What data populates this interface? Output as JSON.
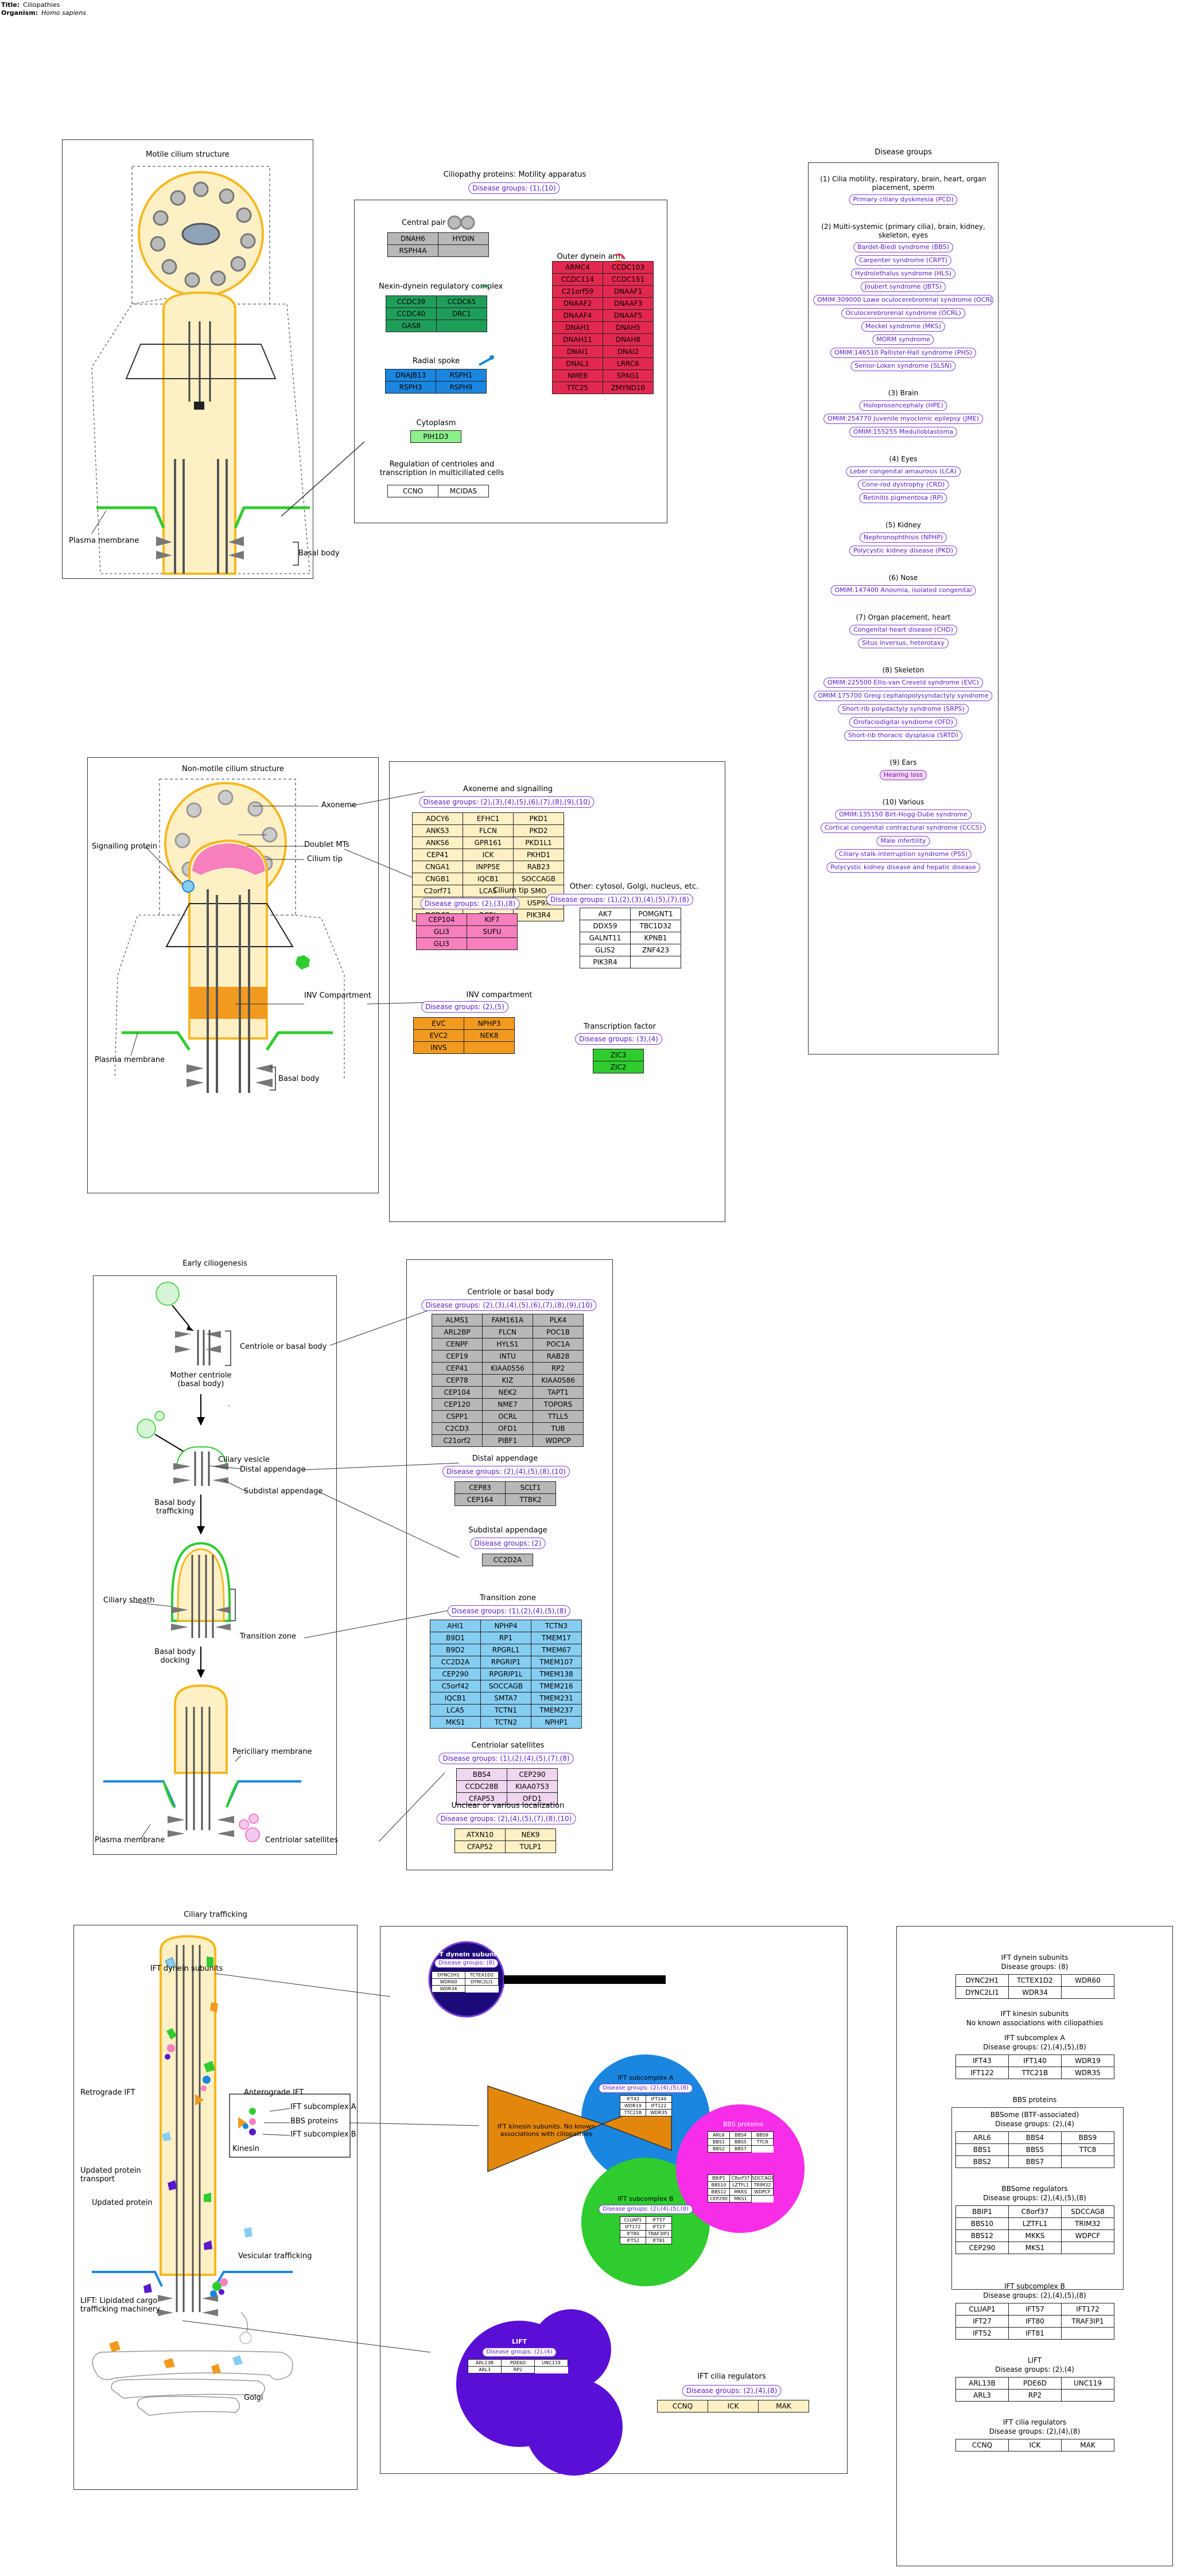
{
  "header": {
    "title_label": "Title:",
    "title_value": "Ciliopathies",
    "organism_label": "Organism:",
    "organism_value": "Homo sapiens"
  },
  "motile": {
    "panel_title": "Motile cilium structure",
    "plasma_membrane": "Plasma membrane",
    "basal_body": "Basal body",
    "detail_title": "Ciliopathy proteins: Motility apparatus",
    "detail_groups": "Disease groups: (1),(10)",
    "central_pair": "Central pair",
    "central_pair_genes": [
      "DNAH6",
      "HYDIN",
      "RSPH4A",
      ""
    ],
    "ndrc": "Nexin-dynein regulatory complex",
    "ndrc_genes": [
      "CCDC39",
      "CCDC65",
      "CCDC40",
      "DRC1",
      "GAS8",
      ""
    ],
    "radial": "Radial spoke",
    "radial_genes": [
      "DNAJB13",
      "RSPH1",
      "RSPH3",
      "RSPH9"
    ],
    "cytoplasm": "Cytoplasm",
    "cytoplasm_genes": [
      "PIH1D3"
    ],
    "reg": "Regulation of centrioles and transcription in multiciliated cells",
    "reg_genes": [
      "CCNO",
      "MCIDAS"
    ],
    "outer_inner": "Outer dynein arm, inner dynein arm",
    "dynein_genes": [
      "ARMC4",
      "CCDC103",
      "CCDC114",
      "CCDC151",
      "C21orf59",
      "DNAAF1",
      "DNAAF2",
      "DNAAF3",
      "DNAAF4",
      "DNAAF5",
      "DNAH1",
      "DNAH5",
      "DNAH11",
      "DNAH8",
      "DNAI1",
      "DNAI2",
      "DNAL1",
      "LRRC6",
      "NME8",
      "SPAG1",
      "TTC25",
      "ZMYND10"
    ]
  },
  "disease": {
    "title": "Disease groups",
    "items": [
      {
        "h": "(1) Cilia motility, respiratory, brain, heart, organ placement, sperm",
        "p": [
          "Primary ciliary dyskinesia (PCD)"
        ]
      },
      {
        "h": "(2) Multi-systemic (primary cilia), brain, kidney, skeleton, eyes",
        "p": [
          "Bardet-Biedl syndrome (BBS)",
          "Carpenter syndrome (CRPT)",
          "Hydrolethalus syndrome (HLS)",
          "Joubert syndrome (JBTS)",
          "OMIM:309000 Lowe oculocerebrorenal syndrome (OCRL)",
          "Oculocerebrorenal syndrome (OCRL)",
          "Meckel syndrome (MKS)",
          "MORM syndrome",
          "OMIM:146510 Pallister-Hall syndrome (PHS)",
          "Senior-Loken syndrome (SLSN)"
        ]
      },
      {
        "h": "(3) Brain",
        "p": [
          "Holoprosencephaly (HPE)",
          "OMIM:254770 Juvenile myoclonic epilepsy (JME)",
          "OMIM:155255 Medulloblastoma"
        ]
      },
      {
        "h": "(4) Eyes",
        "p": [
          "Leber congenital amaurosis (LCA)",
          "Cone-rod dystrophy (CRD)",
          "Retinitis pigmentosa (RP)"
        ]
      },
      {
        "h": "(5) Kidney",
        "p": [
          "Nephronophthisis (NPHP)",
          "Polycystic kidney disease (PKD)"
        ]
      },
      {
        "h": "(6) Nose",
        "p": [
          "OMIM:147400 Anosmia, isolated congenital"
        ]
      },
      {
        "h": "(7) Organ placement, heart",
        "p": [
          "Congenital heart disease (CHD)",
          "Situs inversus, heterotaxy"
        ]
      },
      {
        "h": "(8) Skeleton",
        "p": [
          "OMIM:225500 Ellis-van Creveld syndrome (EVC)",
          "OMIM:175700 Greig cephalopolysyndactyly syndrome",
          "Short-rib polydactyly syndrome (SRPS)",
          "Orofaciodigital syndrome (OFD)",
          "Short-rib thoracic dysplasia (SRTD)"
        ]
      },
      {
        "h": "(9) Ears",
        "p": [
          "Hearing loss"
        ]
      },
      {
        "h": "(10) Various",
        "p": [
          "OMIM:135150 Birt-Hogg-Dube syndrome",
          "Cortical congenital contractural syndrome (CCCS)",
          "Male infertility",
          "Ciliary-stalk-interruption syndrome (PSS)",
          "Polycystic kidney disease and hepatic disease"
        ]
      }
    ]
  },
  "nonmotile": {
    "panel_title": "Non-motile cilium structure",
    "axoneme": "Axoneme",
    "doublet": "Doublet MTs",
    "signalling": "Signalling protein",
    "cilium_tip": "Cilium tip",
    "inv": "INV Compartment",
    "plasma_membrane": "Plasma membrane",
    "basal_body": "Basal body",
    "ax_title": "Axoneme and signalling",
    "ax_groups": "Disease groups: (2),(3),(4),(5),(6),(7),(8),(9),(10)",
    "ax_genes": [
      "ADCY6",
      "EFHC1",
      "PKD1",
      "ANKS3",
      "FLCN",
      "PKD2",
      "ANKS6",
      "GPR161",
      "PKD1L1",
      "CEP41",
      "ICK",
      "PKHD1",
      "CNGA1",
      "INPP5E",
      "RAB23",
      "CNGB1",
      "IQCB1",
      "SOCCAGB",
      "C2orf71",
      "LCA5",
      "SMO",
      "C21orf2",
      "NEK1",
      "USP9X",
      "DCDC2",
      "OCRL",
      "PIK3R4"
    ],
    "tip_title": "Cilium tip",
    "tip_groups": "Disease groups: (2),(3),(8)",
    "tip_genes": [
      "CEP104",
      "KIF7",
      "GLI3",
      "SUFU",
      "GLI3",
      ""
    ],
    "inv_title": "INV compartment",
    "inv_groups": "Disease groups: (2),(5)",
    "inv_genes": [
      "EVC",
      "NPHP3",
      "EVC2",
      "NEK8",
      "INVS",
      ""
    ],
    "other_title": "Other: cytosol, Golgi, nucleus, etc.",
    "other_groups": "Disease groups: (1),(2),(3),(4),(5),(7),(8)",
    "other_genes": [
      "AK7",
      "POMGNT1",
      "DDX59",
      "TBC1D32",
      "GALNT11",
      "KPNB1",
      "GLIS2",
      "ZNF423",
      "PIK3R4",
      ""
    ],
    "tf_title": "Transcription factor",
    "tf_groups": "Disease groups: (3),(4)",
    "tf_genes": [
      "ZIC3",
      "ZIC2"
    ]
  },
  "cilio": {
    "panel_title": "Early ciliogenesis",
    "centriole": "Centriole or basal body",
    "mother": "Mother centriole (basal body)",
    "vesicle": "Ciliary vesicle",
    "distal": "Distal appendage",
    "subdistal": "Subdistal appendage",
    "traffic": "Basal body trafficking",
    "sheath": "Ciliary sheath",
    "tz": "Transition zone",
    "dock": "Basal body docking",
    "pericil": "Periciliary membrane",
    "plasma": "Plasma membrane",
    "satell": "Centriolar satellites",
    "cb_title": "Centriole or basal body",
    "cb_groups": "Disease groups: (2),(3),(4),(5),(6),(7),(8),(9),(10)",
    "cb_genes": [
      "ALMS1",
      "FAM161A",
      "PLK4",
      "ARL2BP",
      "FLCN",
      "POC1B",
      "CENPF",
      "HYLS1",
      "POC1A",
      "CEP19",
      "INTU",
      "RAB28",
      "CEP41",
      "KIAA0556",
      "RP2",
      "CEP78",
      "KIZ",
      "KIAA0586",
      "CEP104",
      "NEK2",
      "TAPT1",
      "CEP120",
      "NME7",
      "TOPORS",
      "CSPP1",
      "OCRL",
      "TTLL5",
      "C2CD3",
      "OFD1",
      "TUB",
      "C21orf2",
      "PIBF1",
      "WDPCP"
    ],
    "da_title": "Distal appendage",
    "da_groups": "Disease groups: (2),(4),(5),(8),(10)",
    "da_genes": [
      "CEP83",
      "SCLT1",
      "CEP164",
      "TTBK2"
    ],
    "sa_title": "Subdistal appendage",
    "sa_groups": "Disease groups: (2)",
    "sa_genes": [
      "CC2D2A"
    ],
    "tz_title": "Transition zone",
    "tz_groups": "Disease groups: (1),(2),(4),(5),(8)",
    "tz_genes": [
      "AHI1",
      "NPHP4",
      "TCTN3",
      "B9D1",
      "RP1",
      "TMEM17",
      "B9D2",
      "RPGRL1",
      "TMEM67",
      "CC2D2A",
      "RPGRIP1",
      "TMEM107",
      "CEP290",
      "RPGRIP1L",
      "TMEM138",
      "C5orf42",
      "SOCCAGB",
      "TMEM216",
      "IQCB1",
      "SMTA7",
      "TMEM231",
      "LCA5",
      "TCTN1",
      "TMEM237",
      "MKS1",
      "TCTN2",
      "NPHP1"
    ],
    "cs_title": "Centriolar satellites",
    "cs_groups": "Disease groups: (1),(2),(4),(5),(7),(8)",
    "cs_genes": [
      "BBS4",
      "CEP290",
      "CCDC28B",
      "KIAA0753",
      "CFAP53",
      "OFD1"
    ],
    "un_title": "Unclear or various localization",
    "un_groups": "Disease groups: (2),(4),(5),(7),(8),(10)",
    "un_genes": [
      "ATXN10",
      "NEK9",
      "CFAP52",
      "TULP1"
    ]
  },
  "traffic": {
    "panel_title": "Ciliary trafficking",
    "dynein": "IFT dynein subunits",
    "retro": "Retrograde IFT",
    "antero": "Anterograde IFT",
    "upd_transport": "Updated protein transport",
    "upd": "Updated protein",
    "ifta": "IFT subcomplex A",
    "bbs": "BBS proteins",
    "iftb": "IFT subcomplex B",
    "kinesin": "Kinesin",
    "lift": "LIFT: Lipidated cargo trafficking machinery",
    "vesicular": "Vesicular trafficking",
    "golgi": "Golgi",
    "dyn_small_title": "IFT dynein subunits",
    "dyn_small_groups": "Disease groups: (8)",
    "kin_label": "IFT kinesin subunits. No known associations with ciliopathies",
    "a_label": "IFT subcomplex A",
    "a_groups": "Disease groups: (2),(4),(5),(8)",
    "b_label": "IFT subcomplex B",
    "b_groups": "Disease groups: (2),(4),(5),(8)",
    "bbs_label": "BBS proteins",
    "lift_label": "LIFT",
    "lift_groups": "Disease groups: (2),(4)",
    "reg_title": "IFT cilia regulators",
    "reg_groups": "Disease groups: (2),(4),(8)",
    "reg_genes": [
      "CCNQ",
      "ICK",
      "MAK"
    ]
  },
  "legend": {
    "dyn_title": "IFT dynein subunits",
    "dyn_groups": "Disease groups: (8)",
    "dyn_genes": [
      "DYNC2H1",
      "TCTEX1D2",
      "WDR60",
      "DYNC2LI1",
      "WDR34",
      ""
    ],
    "kin_title": "IFT kinesin subunits",
    "kin_note": "No known associations with ciliopathies",
    "a_title": "IFT subcomplex A",
    "a_groups": "Disease groups: (2),(4),(5),(8)",
    "a_genes": [
      "IFT43",
      "IFT140",
      "WDR19",
      "IFT122",
      "TTC21B",
      "WDR35"
    ],
    "bbs_title": "BBS proteins",
    "bbsome_title": "BBSome (BTF-associated)",
    "bbsome_groups": "Disease groups: (2),(4)",
    "bbsome_genes": [
      "ARL6",
      "BBS4",
      "BBS9",
      "BBS1",
      "BBS5",
      "TTC8",
      "BBS2",
      "BBS7",
      ""
    ],
    "bbsreg_title": "BBSome regulators",
    "bbsreg_groups": "Disease groups: (2),(4),(5),(8)",
    "bbsreg_genes": [
      "BBIP1",
      "C8orf37",
      "SDCCAG8",
      "BBS10",
      "LZTFL1",
      "TRIM32",
      "BBS12",
      "MKKS",
      "WDPCF",
      "CEP290",
      "MKS1",
      ""
    ],
    "b_title": "IFT subcomplex B",
    "b_groups": "Disease groups: (2),(4),(5),(8)",
    "b_genes": [
      "CLUAP1",
      "IFT57",
      "IFT172",
      "IFT27",
      "IFT80",
      "TRAF3IP1",
      "IFT52",
      "IFT81",
      ""
    ],
    "lift_title": "LIFT",
    "lift_groups": "Disease groups: (2),(4)",
    "lift_genes": [
      "ARL13B",
      "PDE6D",
      "UNC119",
      "ARL3",
      "RP2",
      ""
    ],
    "reg_title": "IFT cilia regulators",
    "reg_groups": "Disease groups: (2),(4),(8)",
    "reg_genes": [
      "CCNQ",
      "ICK",
      "MAK"
    ]
  },
  "colors": {
    "grey": "#b8b8b8",
    "green": "#1f9e5a",
    "blue": "#1a86e0",
    "red": "#e3284f",
    "tan": "#fdf0c5",
    "pink": "#f77fbd",
    "orange": "#f29a1f",
    "lime": "#2ecc2e",
    "lightblue": "#86cdf2",
    "lilac": "#f0d7f0"
  }
}
